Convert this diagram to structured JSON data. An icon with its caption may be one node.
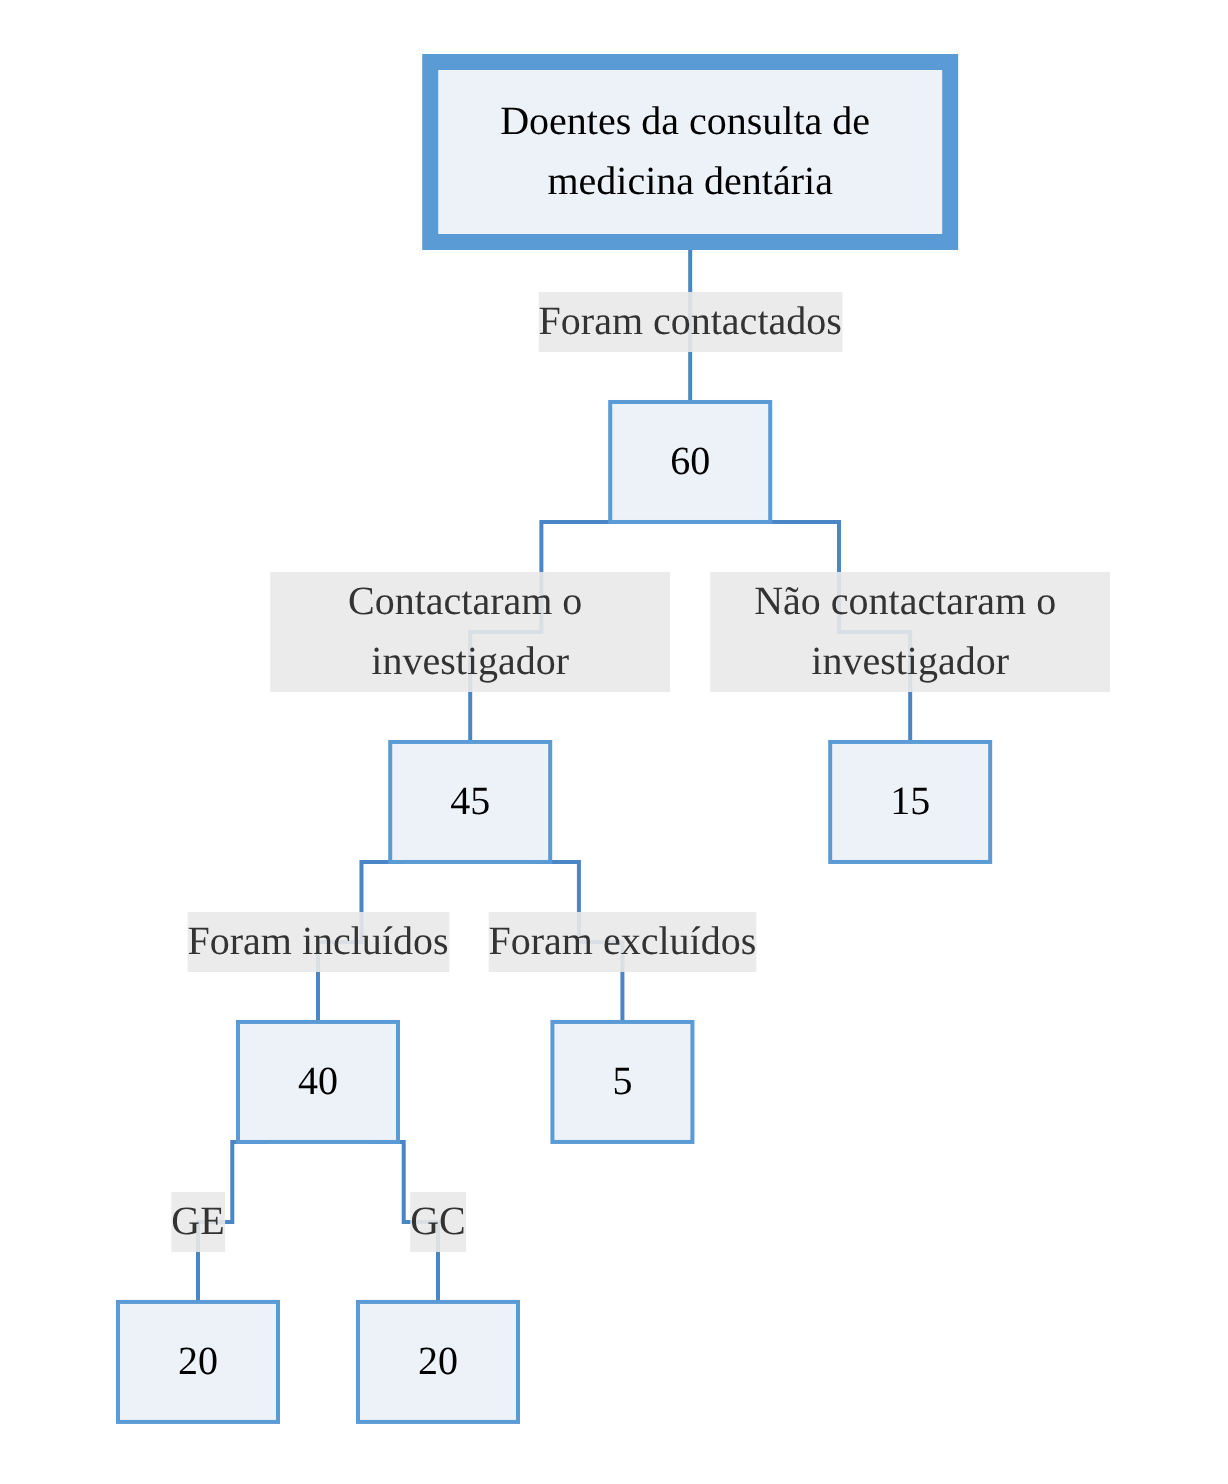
{
  "diagram": {
    "nodes": [
      {
        "text": [
          "Doentes da consulta de medicina dentária"
        ]
      },
      {
        "text": [
          "60"
        ]
      },
      {
        "text": [
          "45"
        ]
      },
      {
        "text": [
          "15"
        ]
      },
      {
        "text": [
          "40"
        ]
      },
      {
        "text": [
          "5"
        ]
      },
      {
        "text": [
          "20"
        ]
      },
      {
        "text": [
          "20"
        ]
      }
    ],
    "edges": [
      {
        "from": 0,
        "to": 1,
        "arrow": "none",
        "label": "Foram contactados"
      },
      {
        "from": 1,
        "to": 2,
        "arrow": "none",
        "label": "Contactaram o investigador"
      },
      {
        "from": 1,
        "to": 3,
        "arrow": "none",
        "label": "Não contactaram o investigador"
      },
      {
        "from": 2,
        "to": 4,
        "arrow": "none",
        "label": "Foram incluídos"
      },
      {
        "from": 2,
        "to": 5,
        "arrow": "none",
        "label": "Foram excluídos"
      },
      {
        "from": 4,
        "to": 6,
        "arrow": "none",
        "label": "GE"
      },
      {
        "from": 4,
        "to": 7,
        "arrow": "none",
        "label": "GC"
      }
    ]
  }
}
